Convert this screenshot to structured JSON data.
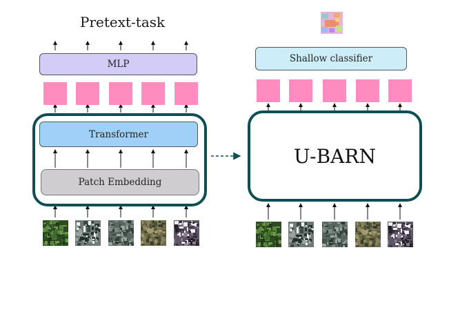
{
  "left_panel": {
    "title": "Pretext-task",
    "mlp_label": "MLP",
    "transformer_label": "Transformer",
    "patch_embedding_label": "Patch Embedding"
  },
  "right_panel": {
    "classifier_label": "Shallow classifier",
    "ubarn_label": "U-BARN"
  },
  "colors": {
    "encoder_frame": "#0f4f54",
    "mlp_fill": "#d2ccf6",
    "classifier_fill": "#cdeef8",
    "transformer_fill": "#9fd1f7",
    "patch_embedding_fill": "#cfcdd0",
    "token_fill": "#ff8cbf"
  },
  "icons": [
    "satellite-image-tile",
    "segmentation-map-image",
    "dashed-arrow"
  ]
}
